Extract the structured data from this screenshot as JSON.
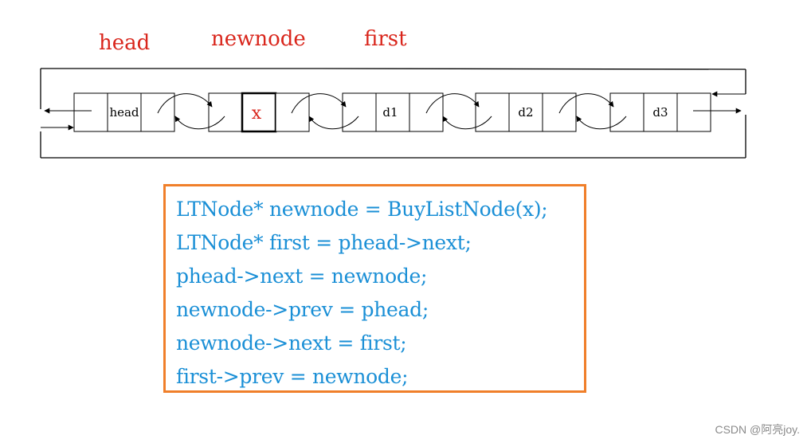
{
  "labels": {
    "head": "head",
    "newnode": "newnode",
    "first": "first"
  },
  "nodes": [
    {
      "id": "head",
      "text": "head"
    },
    {
      "id": "newnode",
      "text": "x"
    },
    {
      "id": "d1",
      "text": "d1"
    },
    {
      "id": "d2",
      "text": "d2"
    },
    {
      "id": "d3",
      "text": "d3"
    }
  ],
  "code": [
    "LTNode* newnode = BuyListNode(x);",
    "LTNode* first = phead->next;",
    "phead->next = newnode;",
    "newnode->prev = phead;",
    "newnode->next = first;",
    "first->prev = newnode;"
  ],
  "colors": {
    "label": "#d9261c",
    "code": "#1a8fd6",
    "code_border": "#f07f2a"
  },
  "watermark": "CSDN @阿亮joy."
}
